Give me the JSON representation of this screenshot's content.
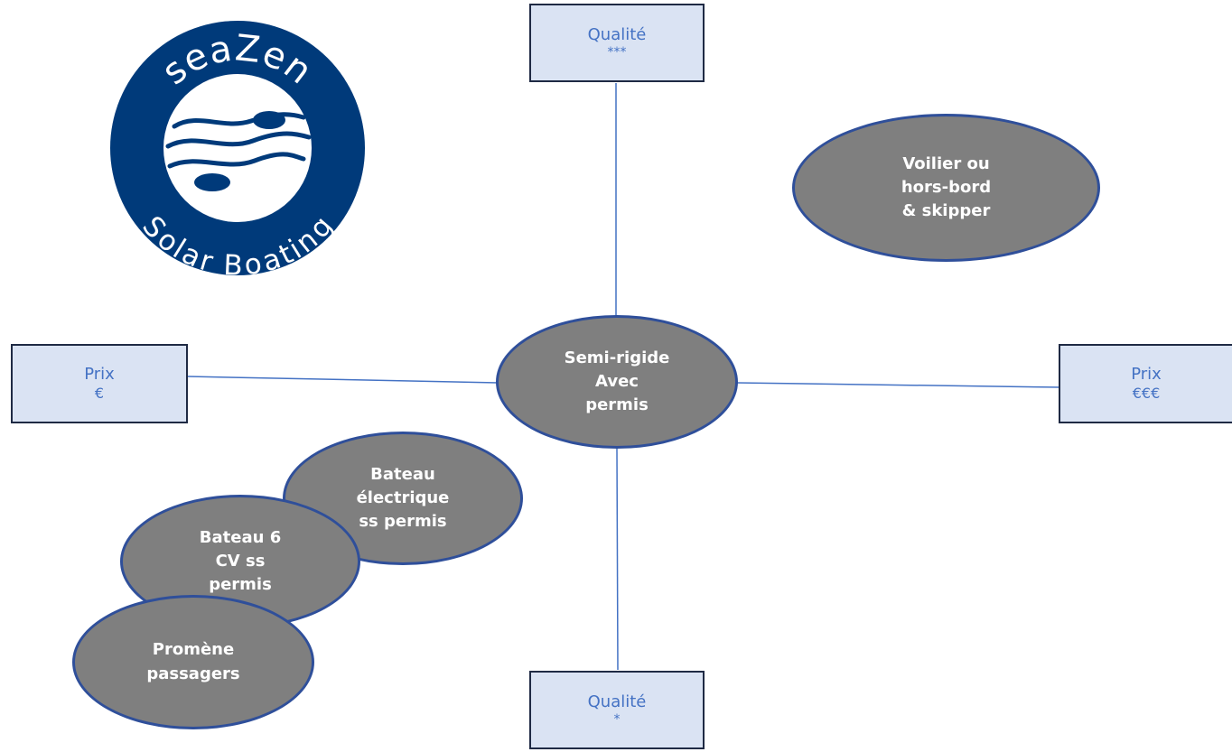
{
  "logo": {
    "top_text": "seaZen",
    "bottom_text": "Solar Boating",
    "color": "#003a7a"
  },
  "axes": {
    "top": {
      "title": "Qualité",
      "sub": "***"
    },
    "bottom": {
      "title": "Qualité",
      "sub": "*"
    },
    "left": {
      "title": "Prix",
      "sub": "€"
    },
    "right": {
      "title": "Prix",
      "sub": "€€€"
    }
  },
  "ellipses": {
    "center": [
      "Semi-rigide",
      "Avec",
      "permis"
    ],
    "top_right": [
      "Voilier ou",
      "hors-bord",
      "& skipper"
    ],
    "electric": [
      "Bateau",
      "électrique",
      "ss permis"
    ],
    "six_cv": [
      "Bateau 6",
      "CV ss",
      "permis"
    ],
    "promene": [
      "Promène",
      "passagers"
    ]
  },
  "colors": {
    "box_fill": "#dae3f3",
    "box_text": "#4472c4",
    "ellipse_fill": "#7f7f7f",
    "ellipse_border": "#2f4f9a",
    "axis_line": "#4472c4"
  }
}
